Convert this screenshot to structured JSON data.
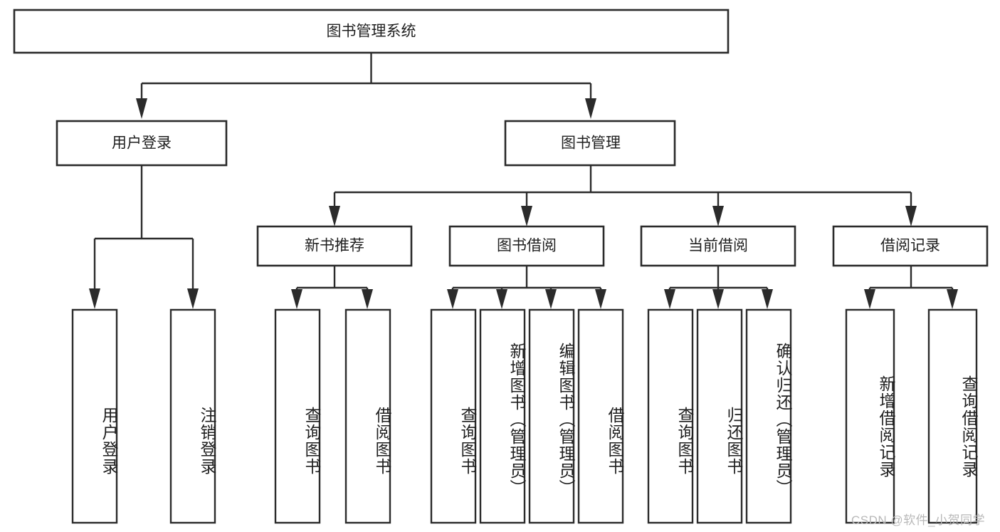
{
  "diagram": {
    "title": "图书管理系统",
    "type": "hierarchy-tree",
    "root": {
      "label": "图书管理系统",
      "children": [
        {
          "label": "用户登录",
          "children": [
            {
              "label": "用户登录"
            },
            {
              "label": "注销登录"
            }
          ]
        },
        {
          "label": "图书管理",
          "children": [
            {
              "label": "新书推荐",
              "children": [
                {
                  "label": "查询图书"
                },
                {
                  "label": "借阅图书"
                }
              ]
            },
            {
              "label": "图书借阅",
              "children": [
                {
                  "label": "查询图书"
                },
                {
                  "label": "新增图书（管理员）"
                },
                {
                  "label": "编辑图书（管理员）"
                },
                {
                  "label": "借阅图书"
                }
              ]
            },
            {
              "label": "当前借阅",
              "children": [
                {
                  "label": "查询图书"
                },
                {
                  "label": "归还图书"
                },
                {
                  "label": "确认归还（管理员）"
                }
              ]
            },
            {
              "label": "借阅记录",
              "children": [
                {
                  "label": "新增借阅记录"
                },
                {
                  "label": "查询借阅记录"
                }
              ]
            }
          ]
        }
      ]
    }
  },
  "nodes": {
    "root": "图书管理系统",
    "l1": {
      "user_login": "用户登录",
      "book_manage": "图书管理"
    },
    "l2": {
      "new_book_rec": "新书推荐",
      "book_borrow": "图书借阅",
      "current_borrow": "当前借阅",
      "borrow_record": "借阅记录"
    },
    "leaves": {
      "user_login_1": "用户登录",
      "user_login_2": "注销登录",
      "newbook_1": "查询图书",
      "newbook_2": "借阅图书",
      "borrow_1": "查询图书",
      "borrow_2": "新增图书（管理员）",
      "borrow_3": "编辑图书（管理员）",
      "borrow_4": "借阅图书",
      "current_1": "查询图书",
      "current_2": "归还图书",
      "current_3": "确认归还（管理员）",
      "record_1": "新增借阅记录",
      "record_2": "查询借阅记录"
    }
  },
  "watermark": {
    "text": "CSDN @软件_小贺同学"
  },
  "colors": {
    "background": "#ffffff",
    "stroke": "#2b2b2b",
    "text": "#1f1f1f",
    "watermark": "#b8b8b8"
  }
}
